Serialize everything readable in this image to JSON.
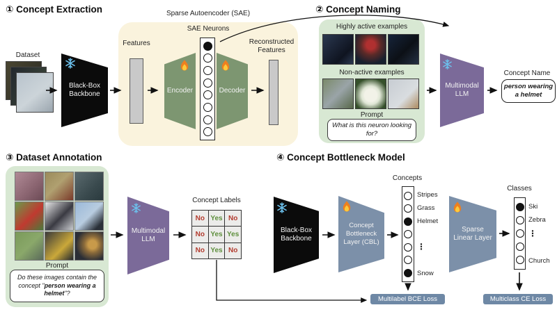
{
  "extraction": {
    "title": "① Concept Extraction",
    "dataset_label": "Dataset",
    "backbone": [
      "Black-Box",
      "Backbone"
    ],
    "features_label": "Features",
    "sae_title": "Sparse Autoencoder (SAE)",
    "neurons_label": "SAE Neurons",
    "encoder_label": "Encoder",
    "decoder_label": "Decoder",
    "reconstructed": [
      "Reconstructed",
      "Features"
    ],
    "neurons": [
      {
        "filled": true
      },
      {
        "filled": false
      },
      {
        "filled": false
      },
      {
        "filled": false
      },
      {
        "filled": false
      },
      {
        "filled": false
      },
      {
        "filled": false
      },
      {
        "filled": false
      }
    ]
  },
  "naming": {
    "title": "② Concept Naming",
    "active_label": "Highly active examples",
    "nonactive_label": "Non-active examples",
    "prompt_label": "Prompt",
    "prompt_text": "What is this neuron looking for?",
    "llm": [
      "Multimodal",
      "LLM"
    ],
    "concept_name_label": "Concept Name",
    "concept_name": "person wearing a helmet"
  },
  "annotation": {
    "title": "③ Dataset Annotation",
    "prompt_label": "Prompt",
    "prompt_prefix": "Do these images contain the concept \"",
    "prompt_bold": "person wearing a helmet",
    "prompt_suffix": "\"?",
    "llm": [
      "Multimodal",
      "LLM"
    ],
    "labels_title": "Concept Labels",
    "table": [
      [
        "No",
        "Yes",
        "No"
      ],
      [
        "No",
        "Yes",
        "Yes"
      ],
      [
        "No",
        "Yes",
        "No"
      ]
    ]
  },
  "cbm": {
    "title": "④ Concept Bottleneck Model",
    "backbone": [
      "Black-Box",
      "Backbone"
    ],
    "cbl": [
      "Concept",
      "Bottleneck",
      "Layer (CBL)"
    ],
    "concepts_label": "Concepts",
    "concepts": [
      {
        "label": "Stripes",
        "filled": false
      },
      {
        "label": "Grass",
        "filled": false
      },
      {
        "label": "Helmet",
        "filled": true
      },
      {
        "label": "",
        "filled": false
      },
      {
        "label": "⋮",
        "filled": false,
        "dots": true
      },
      {
        "label": "",
        "filled": false
      },
      {
        "label": "Snow",
        "filled": true
      }
    ],
    "sparse": [
      "Sparse",
      "Linear Layer"
    ],
    "classes_label": "Classes",
    "classes": [
      {
        "label": "Ski",
        "filled": true
      },
      {
        "label": "Zebra",
        "filled": false
      },
      {
        "label": "⋮",
        "filled": false,
        "dots": true
      },
      {
        "label": "",
        "filled": false
      },
      {
        "label": "Church",
        "filled": false
      }
    ],
    "bce_loss": "Multilabel BCE Loss",
    "ce_loss": "Multiclass CE Loss"
  },
  "icons": {
    "snowflake": "snowflake-icon",
    "flame": "flame-icon"
  },
  "colors": {
    "sae_background": "#faf3dd",
    "panel_background": "#d8e8d3",
    "encoder_green": "#7d9671",
    "llm_purple": "#7b6a99",
    "layer_bluegray": "#7c90a9",
    "loss_button": "#6e88a5",
    "no_red": "#b23b2e",
    "yes_green": "#5e8f3d",
    "snowflake_blue": "#6cc0ec",
    "flame_orange": "#ee7f1f"
  }
}
